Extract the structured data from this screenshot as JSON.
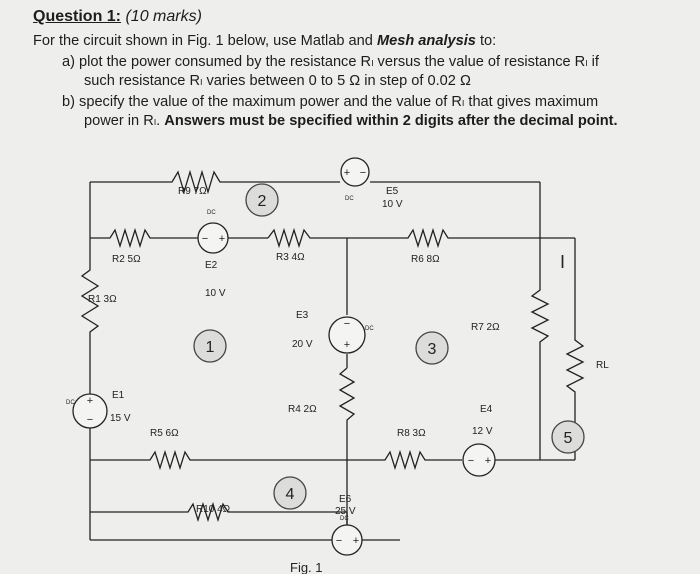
{
  "question": {
    "label": "Question 1:",
    "marks": "(10 marks)",
    "intro_pre": "For the circuit shown in Fig. 1 below,  use Matlab and ",
    "intro_method": "Mesh analysis",
    "intro_post": " to:",
    "a_line1": "a)  plot the power consumed by the resistance Rₗ versus the value of resistance Rₗ  if",
    "a_line2": "such resistance Rₗ varies between 0 to 5 Ω in step of 0.02 Ω",
    "b_line1": "b)  specify the value of the maximum  power and the value of Rₗ that gives maximum",
    "b_line2_pre": "power in Rₗ. ",
    "b_line2_bold": "Answers must be specified within 2 digits after the decimal point."
  },
  "figure": {
    "caption": "Fig. 1",
    "labels": {
      "r9": "R9  7Ω",
      "r2": "R2  5Ω",
      "r1": "R1  3Ω",
      "r3": "R3  4Ω",
      "r6": "R6  8Ω",
      "r7": "R7  2Ω",
      "r4": "R4  2Ω",
      "r5": "R5  6Ω",
      "r8": "R8  3Ω",
      "r10": "R10  4Ω",
      "rl": "RL",
      "e1": "E1",
      "e1_val": "15 V",
      "e2": "E2",
      "e2_val": "10 V",
      "e3": "E3",
      "e3_val": "20 V",
      "e4": "E4",
      "e4_val": "12 V",
      "e5": "E5",
      "e5_val": "10 V",
      "e6": "E6",
      "e6_val": "25 V",
      "current": "I",
      "dc": "DC"
    },
    "meshes": [
      "1",
      "2",
      "3",
      "4",
      "5"
    ],
    "signs": {
      "plus": "+",
      "minus": "−"
    }
  }
}
